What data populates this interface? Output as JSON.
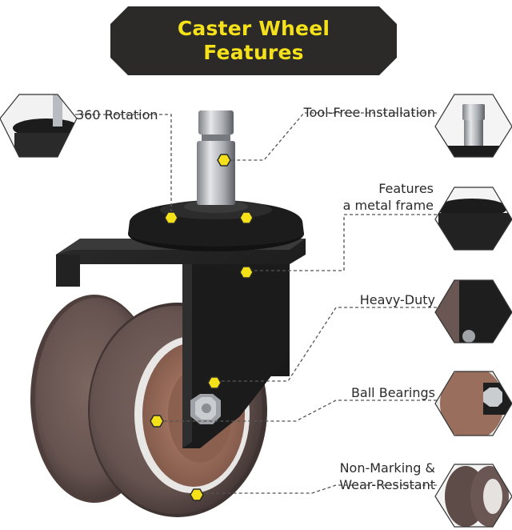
{
  "banner": {
    "title_line1": "Caster Wheel",
    "title_line2": "Features",
    "background_color": "#2b2a28",
    "text_color": "#f5e11a"
  },
  "features": [
    {
      "id": "rotation",
      "label": "360 Rotation"
    },
    {
      "id": "tool-free",
      "label": "Tool-Free Installation"
    },
    {
      "id": "metal-frame",
      "label_line1": "Features",
      "label_line2": "a metal frame"
    },
    {
      "id": "heavy-duty",
      "label": "Heavy-Duty"
    },
    {
      "id": "ball-bearings",
      "label": "Ball Bearings"
    },
    {
      "id": "non-marking",
      "label_line1": "Non-Marking &",
      "label_line2": "Wear-Resistant"
    }
  ],
  "colors": {
    "marker": "#f5e11a",
    "wheel": "#6a5652",
    "frame": "#1f1f1f",
    "hub": "#9a6e5c",
    "stem": "#b8bcc0"
  }
}
